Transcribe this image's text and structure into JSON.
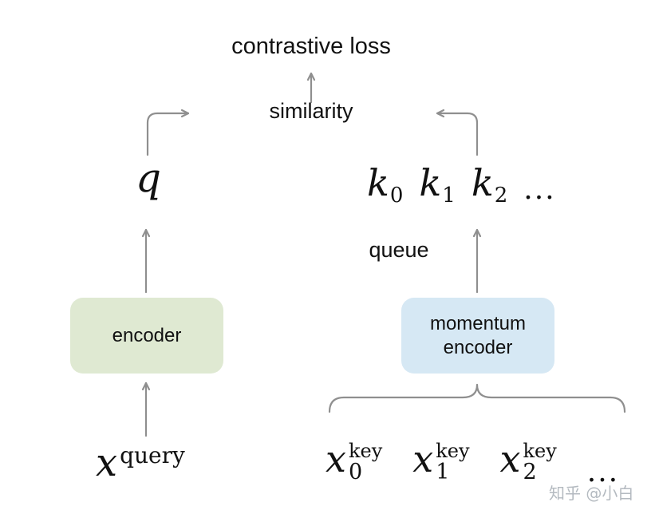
{
  "labels": {
    "contrastive_loss": "contrastive loss",
    "similarity": "similarity",
    "queue": "queue",
    "encoder": "encoder",
    "momentum_encoder": {
      "line1": "momentum",
      "line2": "encoder"
    }
  },
  "math": {
    "q": "q",
    "keys": [
      {
        "base": "k",
        "sub": "0"
      },
      {
        "base": "k",
        "sub": "1"
      },
      {
        "base": "k",
        "sub": "2"
      }
    ],
    "keys_ellipsis": "...",
    "x_query": {
      "base": "x",
      "sup": "query"
    },
    "x_keys": [
      {
        "base": "x",
        "sub": "0",
        "sup": "key"
      },
      {
        "base": "x",
        "sub": "1",
        "sup": "key"
      },
      {
        "base": "x",
        "sub": "2",
        "sup": "key"
      }
    ],
    "x_keys_ellipsis": "..."
  },
  "watermark": "知乎 @小白",
  "colors": {
    "encoder_bg": "#dfe9d2",
    "momentum_encoder_bg": "#d6e8f4",
    "arrow": "#8f8f8f",
    "text": "#111111",
    "watermark": "#b4bac0"
  }
}
